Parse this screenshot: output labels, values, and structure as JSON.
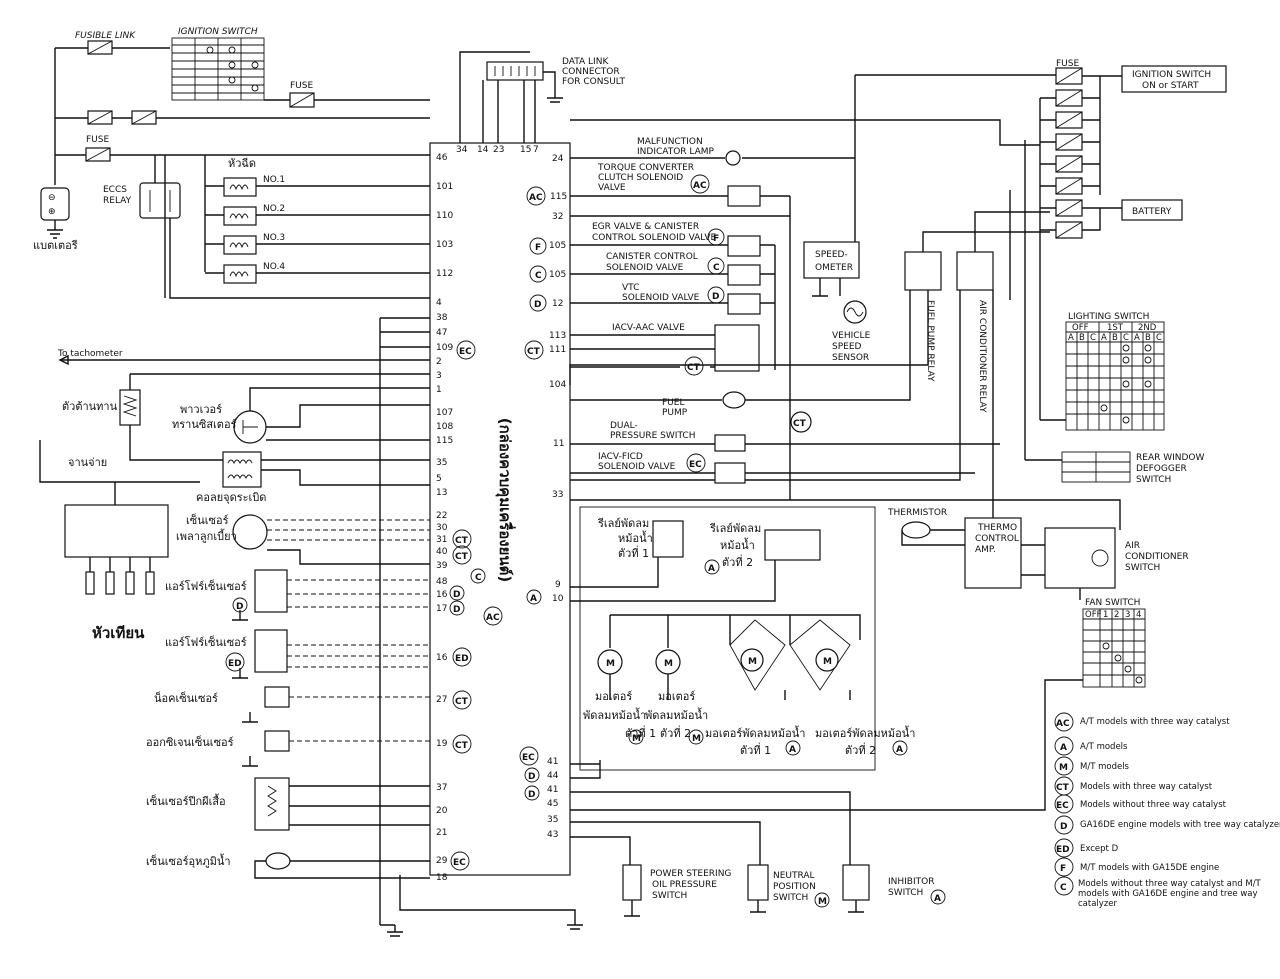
{
  "top": {
    "fusible_link": "FUSIBLE LINK",
    "ignition_switch": "IGNITION SWITCH",
    "fuse": "FUSE",
    "data_link": [
      "DATA LINK",
      "CONNECTOR",
      "FOR CONSULT"
    ],
    "fuse_right": "FUSE",
    "ign_on_start": [
      "IGNITION SWITCH",
      "ON or START"
    ],
    "battery_right": "BATTERY"
  },
  "left": {
    "battery_th": "แบตเตอรี",
    "eccs_relay": [
      "ECCS",
      "RELAY"
    ],
    "injector_th": "หัวฉีด",
    "injectors": [
      "NO.1",
      "NO.2",
      "NO.3",
      "NO.4"
    ],
    "tachometer": "To tachometer",
    "resistor_th": "ตัวต้านทาน",
    "power_transistor_th": [
      "พาวเวอร์",
      "ทรานซิสเตอร์"
    ],
    "distributor_th": "จานจ่าย",
    "ignition_coil_th": "คอลยจุดระเบิด",
    "crank_sensor_th": [
      "เซ็นเซอร์",
      "เพลาลูกเบี้ยว"
    ],
    "spark_plug_th": "หัวเทียน",
    "afm_th_1": "แอร์โฟร์เซ็นเซอร์",
    "afm_th_2": "แอร์โฟร์เซ็นเซอร์",
    "knock_th": "น็อคเซ็นเซอร์",
    "o2_th": "ออกซิเจนเซ็นเซอร์",
    "throttle_th": "เซ็นเซอร์ปีกผีเสื้อ",
    "coolant_th": "เซ็นเซอร์อุหภูมิน้ำ"
  },
  "ecu": {
    "label": "(กล่องควบคุมเครื่องยนต์)",
    "top_pins": [
      "34",
      "14",
      "23",
      "15",
      "7"
    ],
    "left_pins": [
      "46",
      "101",
      "110",
      "103",
      "112",
      "4",
      "38",
      "47",
      "109",
      "2",
      "3",
      "1",
      "107",
      "108",
      "115",
      "35",
      "5",
      "13",
      "22",
      "30",
      "31",
      "40",
      "39",
      "48",
      "16",
      "17",
      "16",
      "27",
      "19",
      "37",
      "20",
      "21",
      "29",
      "18"
    ],
    "right_pins": [
      "24",
      "115",
      "32",
      "105",
      "105",
      "12",
      "113",
      "111",
      "104",
      "11",
      "33",
      "9",
      "10",
      "41",
      "44",
      "41",
      "45",
      "35",
      "43"
    ]
  },
  "right": {
    "mil": [
      "MALFUNCTION",
      "INDICATOR LAMP"
    ],
    "tcc": [
      "TORQUE CONVERTER",
      "CLUTCH SOLENOID",
      "VALVE"
    ],
    "egr": [
      "EGR VALVE & CANISTER",
      "CONTROL SOLENOID VALVE"
    ],
    "canister": [
      "CANISTER CONTROL",
      "SOLENOID VALVE"
    ],
    "vtc": [
      "VTC",
      "SOLENOID VALVE"
    ],
    "iacv_aac": "IACV-AAC VALVE",
    "speedometer": [
      "SPEED-",
      "OMETER"
    ],
    "vss": [
      "VEHICLE",
      "SPEED",
      "SENSOR"
    ],
    "fuel_pump": [
      "FUEL",
      "PUMP"
    ],
    "fuel_pump_relay": "FUEL PUMP RELAY",
    "ac_relay": "AIR CONDITIONER RELAY",
    "dual_pressure": [
      "DUAL-",
      "PRESSURE SWITCH"
    ],
    "iacv_ficd": [
      "IACV-FICD",
      "SOLENOID VALVE"
    ],
    "thermistor": "THERMISTOR",
    "thermo_amp": [
      "THERMO",
      "CONTROL",
      "AMP."
    ],
    "ac_switch": [
      "AIR",
      "CONDITIONER",
      "SWITCH"
    ],
    "fan_relay_1_th": [
      "รีเลย์พัดลม",
      "หม้อน้ำ",
      "ตัวที่ 1"
    ],
    "fan_relay_2_th": [
      "รีเลย์พัดลม",
      "หม้อน้ำ",
      "ตัวที่ 2"
    ],
    "motor_1_th": [
      "มอเตอร์",
      "พัดลมหม้อน้ำ",
      "ตัวที่ 1"
    ],
    "motor_2_th": [
      "มอเตอร์",
      "พัดลมหม้อน้ำ",
      "ตัวที่ 2"
    ],
    "motor_3_th": [
      "มอเตอร์พัดลมหม้อน้ำ",
      "ตัวที่ 1"
    ],
    "motor_4_th": [
      "มอเตอร์พัดลมหม้อน้ำ",
      "ตัวที่ 2"
    ],
    "lighting_switch": "LIGHTING SWITCH",
    "lighting_cols": [
      "OFF",
      "1ST",
      "2ND"
    ],
    "lighting_sub": [
      "A",
      "B",
      "C",
      "A",
      "B",
      "C",
      "A",
      "B",
      "C"
    ],
    "rear_defogger": [
      "REAR WINDOW",
      "DEFOGGER",
      "SWITCH"
    ],
    "fan_switch": "FAN SWITCH",
    "fan_cols": [
      "OFF",
      "1",
      "2",
      "3",
      "4"
    ],
    "ps_switch": [
      "POWER STEERING",
      "OIL PRESSURE",
      "SWITCH"
    ],
    "neutral": [
      "NEUTRAL",
      "POSITION",
      "SWITCH"
    ],
    "inhibitor": [
      "INHIBITOR",
      "SWITCH"
    ]
  },
  "legend": [
    {
      "mark": "AC",
      "text": "A/T models with three way catalyst"
    },
    {
      "mark": "A",
      "text": "A/T models"
    },
    {
      "mark": "M",
      "text": "M/T models"
    },
    {
      "mark": "CT",
      "text": "Models with three way catalyst"
    },
    {
      "mark": "EC",
      "text": "Models without three way catalyst"
    },
    {
      "mark": "D",
      "text": "GA16DE engine models with tree way catalyzer"
    },
    {
      "mark": "ED",
      "text": "Except D"
    },
    {
      "mark": "F",
      "text": "M/T models with GA15DE engine"
    },
    {
      "mark": "C",
      "text": "Models without three way catalyst and M/T models with GA16DE engine and tree way catalyzer"
    }
  ]
}
